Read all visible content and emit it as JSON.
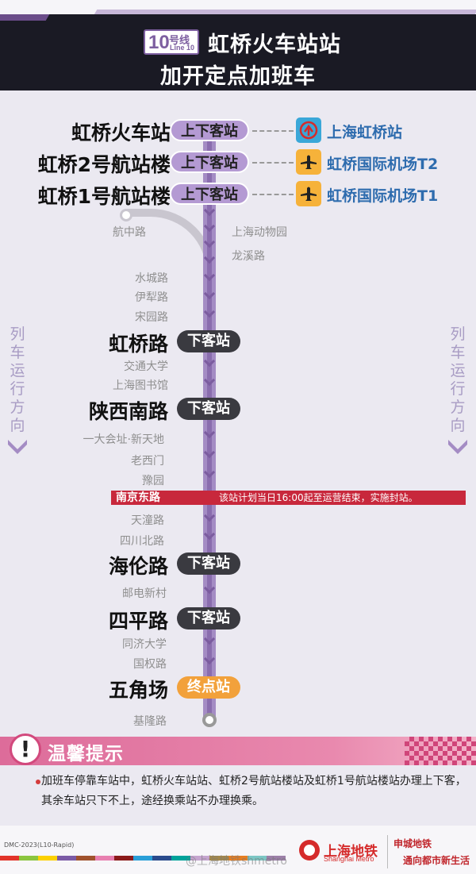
{
  "header": {
    "line_num": "10",
    "line_cn": "号线",
    "line_en": "Line 10",
    "title_line1": "虹桥火车站站",
    "title_line2": "加开定点加班车"
  },
  "colors": {
    "line": "#a48cc4",
    "header_bg": "#1a1a24",
    "updown_pill": "#b49ad3",
    "down_pill": "#3a3a40",
    "terminal_pill": "#f2a13b",
    "closure": "#c8283c",
    "transfer_text": "#2e6cae"
  },
  "pills": {
    "updown": "上下客站",
    "down": "下客站",
    "terminal": "终点站"
  },
  "major_stations": [
    {
      "name": "虹桥火车站",
      "pill": "上下客站",
      "type": "updown",
      "transfer": {
        "icon": "railway-icon",
        "label": "上海虹桥站"
      }
    },
    {
      "name": "虹桥2号航站楼",
      "pill": "上下客站",
      "type": "updown",
      "transfer": {
        "icon": "airplane-icon",
        "label": "虹桥国际机场T2"
      }
    },
    {
      "name": "虹桥1号航站楼",
      "pill": "上下客站",
      "type": "updown",
      "transfer": {
        "icon": "airplane-icon",
        "label": "虹桥国际机场T1"
      }
    },
    {
      "name": "虹桥路",
      "pill": "下客站",
      "type": "down"
    },
    {
      "name": "陕西南路",
      "pill": "下客站",
      "type": "down"
    },
    {
      "name": "海伦路",
      "pill": "下客站",
      "type": "down"
    },
    {
      "name": "四平路",
      "pill": "下客站",
      "type": "down"
    },
    {
      "name": "五角场",
      "pill": "终点站",
      "type": "terminal"
    }
  ],
  "branch_stations": {
    "left": "航中路",
    "right": [
      "上海动物园",
      "龙溪路"
    ]
  },
  "minor_stations": [
    "水城路",
    "伊犁路",
    "宋园路",
    "交通大学",
    "上海图书馆",
    "一大会址·新天地",
    "老西门",
    "豫园",
    "天潼路",
    "四川北路",
    "邮电新村",
    "同济大学",
    "国权路",
    "基隆路"
  ],
  "closure": {
    "station": "南京东路",
    "text": "该站计划当日16:00起至运营结束，实施封站。"
  },
  "direction": {
    "label": "列车运行方向"
  },
  "notice": {
    "title": "温馨提示",
    "text": "加班车停靠车站中，虹桥火车站站、虹桥2号航站楼站及虹桥1号航站楼站办理上下客，其余车站只下不上，途经换乘站不办理换乘。"
  },
  "footer": {
    "code": "DMC-2023(L10-Rapid)",
    "logo_cn": "上海地铁",
    "logo_en": "Shanghai Metro",
    "slogan1": "申城地铁",
    "slogan2": "通向都市新生活",
    "watermark": "@上海地铁shmetro"
  }
}
